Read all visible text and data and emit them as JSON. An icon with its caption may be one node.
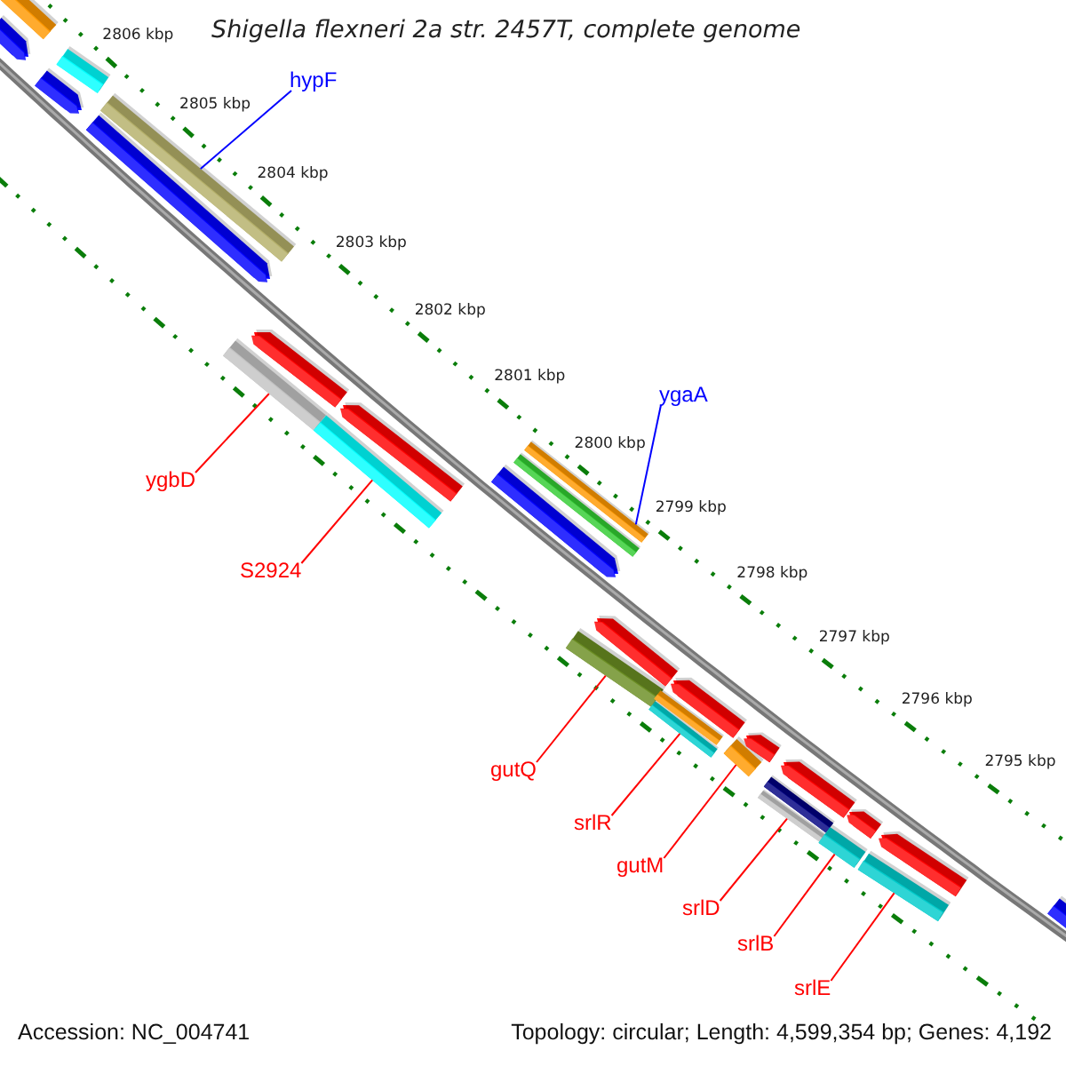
{
  "diagram": {
    "title": "Shigella flexneri 2a str. 2457T, complete genome",
    "nodes": [
      {
        "text": [
          "hypF"
        ]
      },
      {
        "text": [
          "ygaA"
        ]
      },
      {
        "text": [
          "ygbD"
        ]
      },
      {
        "text": [
          "S2924"
        ]
      },
      {
        "text": [
          "gutQ"
        ]
      },
      {
        "text": [
          "srlR"
        ]
      },
      {
        "text": [
          "gutM"
        ]
      },
      {
        "text": [
          "srlD"
        ]
      },
      {
        "text": [
          "srlB"
        ]
      },
      {
        "text": [
          "srlE"
        ]
      },
      {
        "text": [],
        "shape": "arrow"
      },
      {
        "text": [],
        "shape": "bar"
      },
      {
        "text": [],
        "shape": "arrow"
      },
      {
        "text": [],
        "shape": "bar"
      },
      {
        "text": [],
        "shape": "arrow"
      },
      {
        "text": [],
        "shape": "bar"
      },
      {
        "text": [],
        "shape": "bar"
      },
      {
        "text": [],
        "shape": "arrow"
      },
      {
        "text": [],
        "shape": "bar"
      },
      {
        "text": [],
        "shape": "arrow"
      },
      {
        "text": [],
        "shape": "arrow"
      },
      {
        "text": [],
        "shape": "bar"
      },
      {
        "text": [],
        "shape": "bar"
      },
      {
        "text": [],
        "shape": "bar"
      },
      {
        "text": [],
        "shape": "arrow"
      },
      {
        "text": [],
        "shape": "bar"
      },
      {
        "text": [],
        "shape": "bar"
      },
      {
        "text": [],
        "shape": "arrow"
      },
      {
        "text": [],
        "shape": "bar"
      },
      {
        "text": [],
        "shape": "arrow"
      },
      {
        "text": [],
        "shape": "bar"
      },
      {
        "text": [],
        "shape": "bar"
      },
      {
        "text": [],
        "shape": "arrow"
      },
      {
        "text": [],
        "shape": "bar"
      },
      {
        "text": [],
        "shape": "arrow"
      },
      {
        "text": [],
        "shape": "bar"
      },
      {
        "text": [],
        "shape": "arrow"
      },
      {
        "text": [],
        "shape": "arrow"
      }
    ],
    "edges": [
      {
        "from": 0,
        "to": 15,
        "arrow": "none",
        "color": "#0000ff"
      },
      {
        "from": 1,
        "to": 22,
        "arrow": "none",
        "color": "#0000ff"
      },
      {
        "from": 2,
        "to": 16,
        "arrow": "none"
      },
      {
        "from": 3,
        "to": 18,
        "arrow": "none"
      },
      {
        "from": 4,
        "to": 23,
        "arrow": "none"
      },
      {
        "from": 5,
        "to": 25,
        "arrow": "none"
      },
      {
        "from": 6,
        "to": 28,
        "arrow": "none"
      },
      {
        "from": 7,
        "to": 30,
        "arrow": "none"
      },
      {
        "from": 8,
        "to": 33,
        "arrow": "none"
      },
      {
        "from": 9,
        "to": 35,
        "arrow": "none"
      }
    ],
    "labels": [
      "2806 kbp",
      "2805 kbp",
      "2804 kbp",
      "2803 kbp",
      "2802 kbp",
      "2801 kbp",
      "2800 kbp",
      "2799 kbp",
      "2798 kbp",
      "2797 kbp",
      "2796 kbp",
      "2795 kbp",
      "Accession: NC_004741",
      "Topology: circular; Length: 4,599,354 bp; Genes: 4,192"
    ]
  }
}
